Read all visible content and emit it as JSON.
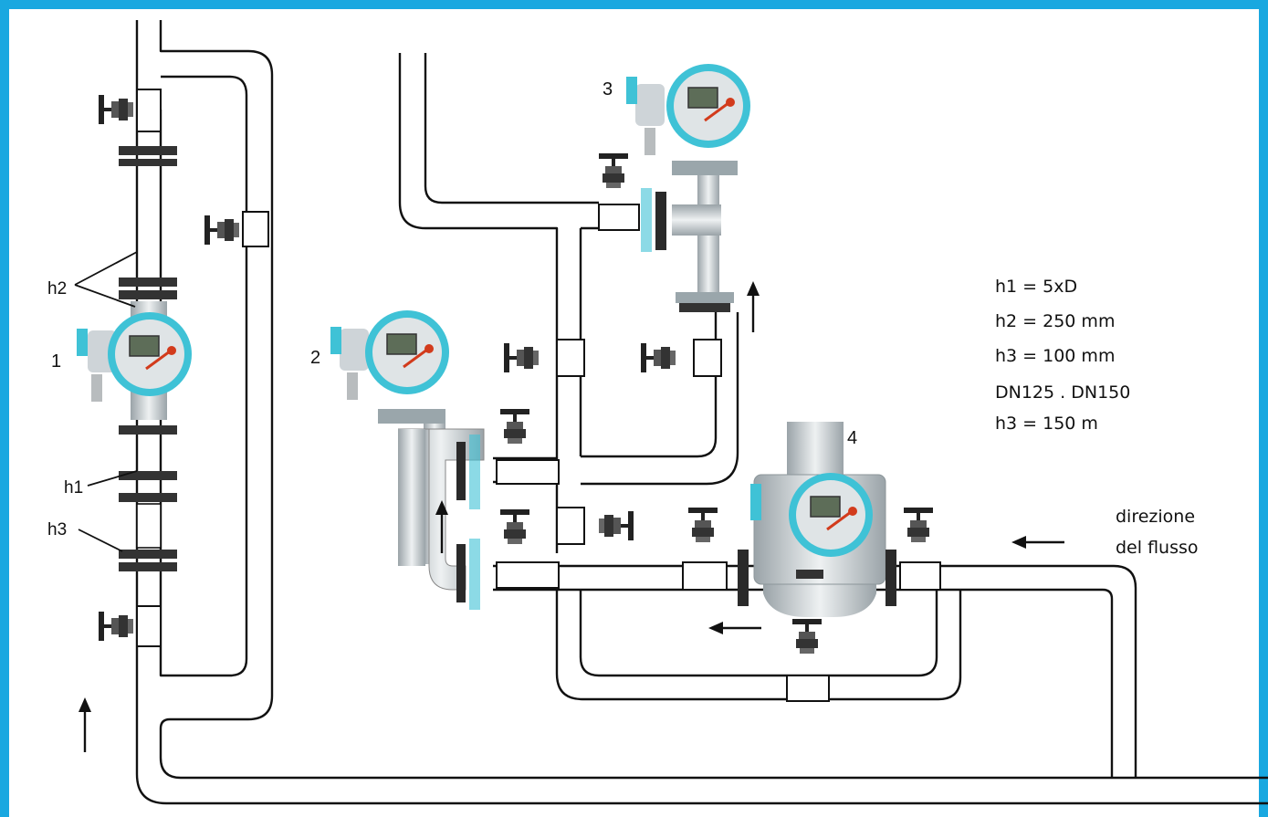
{
  "instruments": [
    {
      "number": "1"
    },
    {
      "number": "2"
    },
    {
      "number": "3"
    },
    {
      "number": "4"
    }
  ],
  "dimension_labels": {
    "h1": "h1",
    "h2": "h2",
    "h3": "h3"
  },
  "specs": [
    "h1 = 5xD",
    "h2 = 250 mm",
    "h3 = 100 mm",
    "DN125 . DN150",
    "h3 = 150 m"
  ],
  "flow_direction": {
    "line1": "direzione",
    "line2": "del flusso"
  },
  "colors": {
    "border": "#19a8e0",
    "pipe_stroke": "#111111",
    "meter_ring": "#3fc2d6",
    "meter_body": "#c8ccd0",
    "flange": "#7f8a90"
  }
}
